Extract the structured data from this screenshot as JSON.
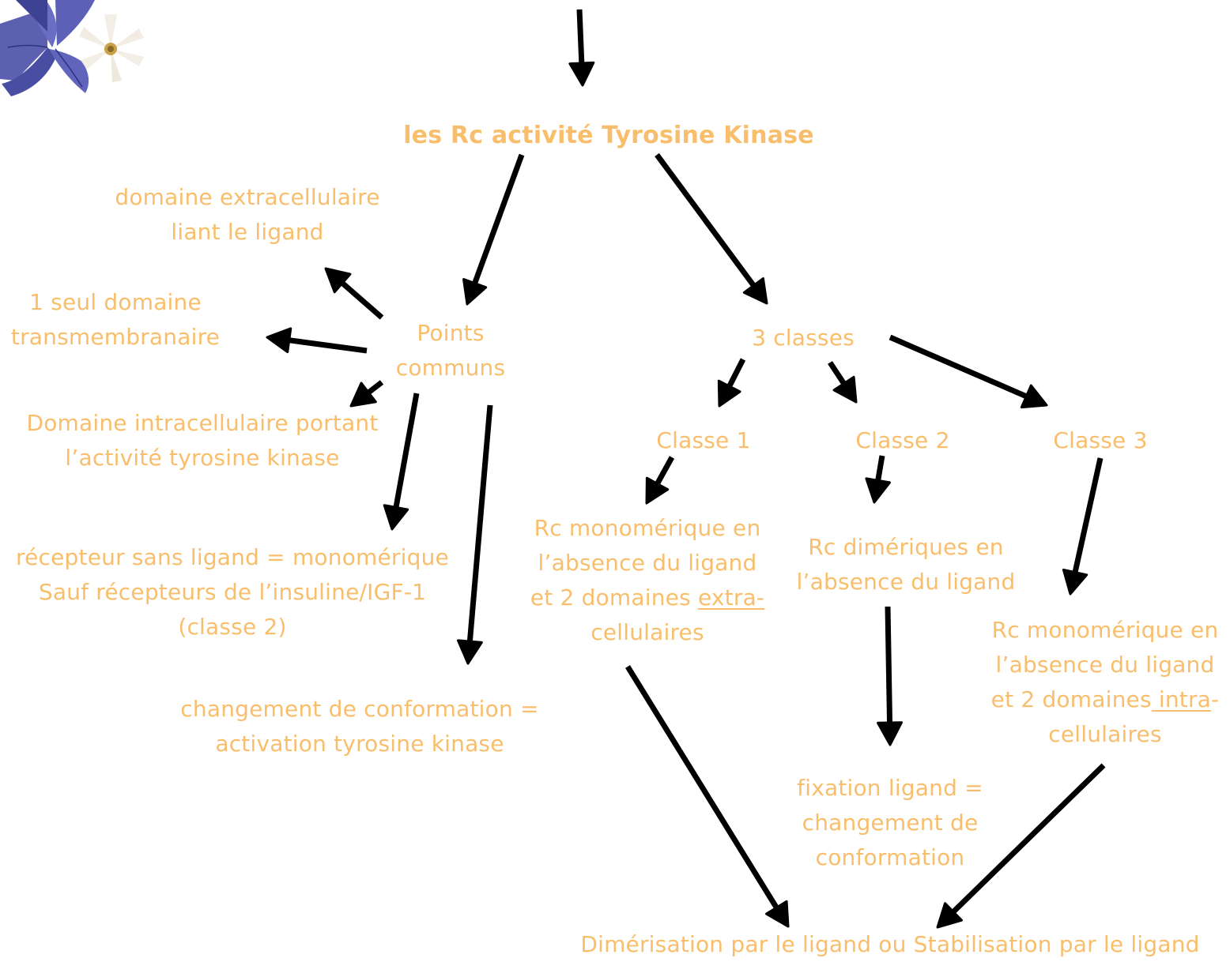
{
  "colors": {
    "text": "#f9be6b",
    "arrow": "#000000",
    "petal_purple": "#5a5bb0",
    "petal_white": "#f4efe6"
  },
  "decoration": {
    "icon": "flower-icon"
  },
  "nodes": {
    "title": "les Rc activité Tyrosine Kinase",
    "points_communs": [
      "Points",
      "communs"
    ],
    "extracellulaire": [
      "domaine extracellulaire",
      "liant le ligand"
    ],
    "transmembranaire": [
      "1 seul domaine",
      "transmembranaire"
    ],
    "intracellulaire": [
      "Domaine intracellulaire portant",
      "l’activité tyrosine kinase"
    ],
    "sans_ligand": [
      "récepteur sans ligand = monomérique",
      "Sauf récepteurs de l’insuline/IGF-1",
      "(classe 2)"
    ],
    "changement": [
      "changement de conformation =",
      "activation tyrosine kinase"
    ],
    "trois_classes": "3 classes",
    "classe1": "Classe 1",
    "classe2": "Classe 2",
    "classe3": "Classe 3",
    "classe1_desc": {
      "l1": "Rc monomérique en",
      "l2": "l’absence du ligand",
      "l3_pre": "et 2 domaines ",
      "l3_u": "extra-",
      "l4": "cellulaires"
    },
    "classe2_desc": [
      "Rc dimériques en",
      "l’absence du ligand"
    ],
    "classe3_desc": {
      "l1": "Rc monomérique en",
      "l2": "l’absence du ligand",
      "l3_pre": "et 2 domaines",
      "l3_u": " intra",
      "l3_post": "-",
      "l4": "cellulaires"
    },
    "fixation": [
      "fixation ligand =",
      "changement de",
      "conformation"
    ],
    "dimerisation": "Dimérisation par le ligand ou Stabilisation par le ligand"
  }
}
